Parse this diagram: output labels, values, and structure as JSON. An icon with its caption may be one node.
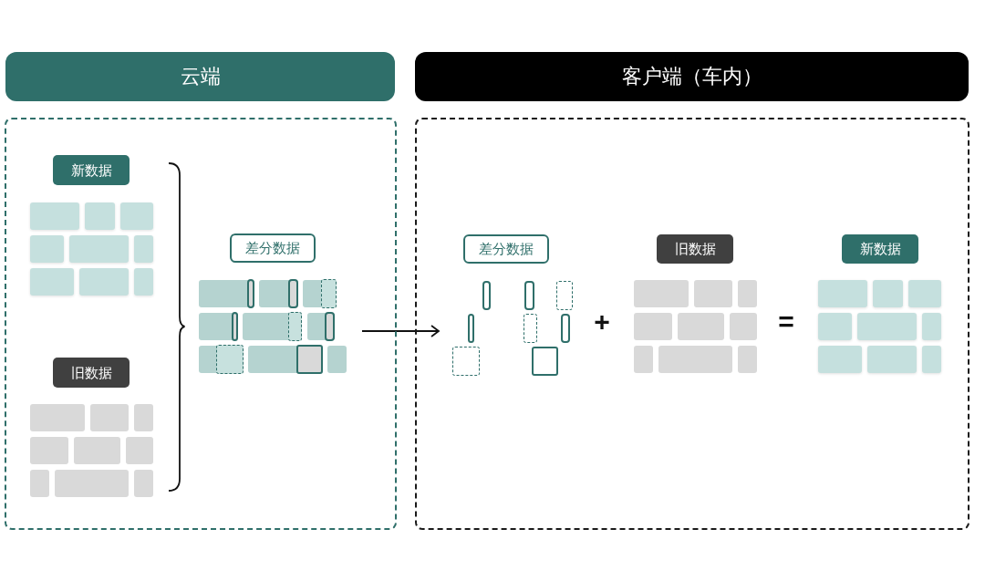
{
  "diagram": {
    "nodes": [
      {
        "text": [
          "云端"
        ]
      },
      {
        "text": [],
        "shape": "box"
      },
      {
        "text": [
          "新数据"
        ],
        "in": 1
      },
      {
        "text": [],
        "shape": "picture",
        "in": 1
      },
      {
        "text": [
          "旧数据"
        ],
        "in": 1
      },
      {
        "text": [],
        "shape": "picture",
        "in": 1
      },
      {
        "text": [
          "差分数据"
        ],
        "in": 1
      },
      {
        "text": [],
        "shape": "picture",
        "in": 1
      },
      {
        "text": [
          "客户端（车内）"
        ]
      },
      {
        "text": [],
        "shape": "box"
      },
      {
        "text": [
          "差分数据"
        ],
        "in": 9
      },
      {
        "text": [],
        "shape": "picture",
        "in": 9
      },
      {
        "text": [
          "旧数据"
        ],
        "in": 9
      },
      {
        "text": [],
        "shape": "picture",
        "in": 9
      },
      {
        "text": [
          "新数据"
        ],
        "in": 9
      },
      {
        "text": [],
        "shape": "picture",
        "in": 9
      }
    ],
    "edges": [
      {
        "from": 7,
        "to": 11,
        "arrow": "to"
      }
    ],
    "labels": [
      "+",
      "="
    ]
  }
}
